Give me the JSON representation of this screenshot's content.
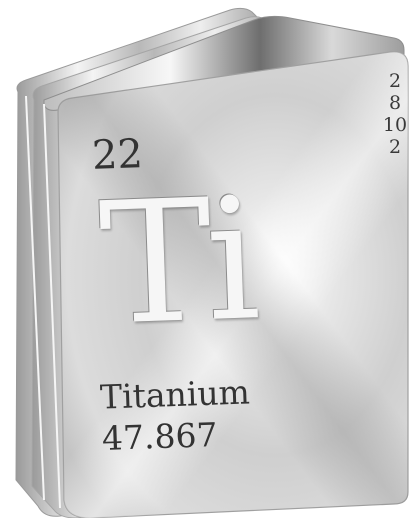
{
  "element": {
    "atomic_number": "22",
    "symbol": "Ti",
    "name": "Titanium",
    "atomic_weight": "47.867",
    "electron_shells": [
      "2",
      "8",
      "10",
      "2"
    ]
  },
  "colors": {
    "background": "#ffffff",
    "metal_light": "#f2f2f2",
    "metal_mid": "#c9c9c9",
    "metal_dark": "#8a8a8a",
    "text": "#333333"
  }
}
